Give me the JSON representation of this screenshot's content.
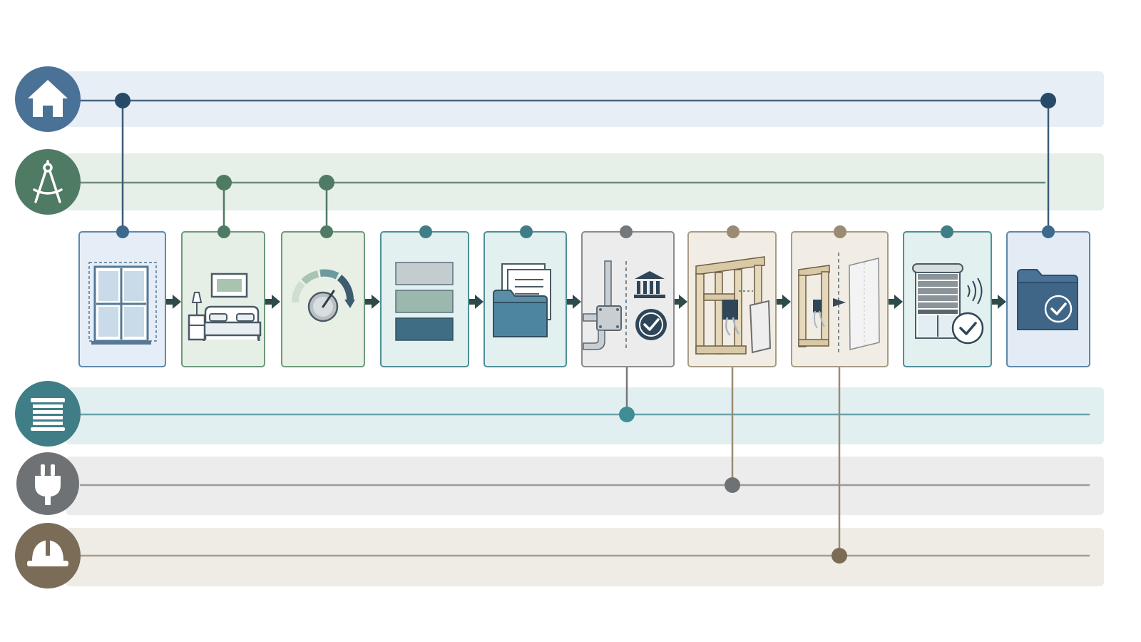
{
  "lanes": [
    {
      "id": "homeowner",
      "icon": "house-icon",
      "color": "#4a7196",
      "band": "#e7eef6",
      "line": "#4a6680"
    },
    {
      "id": "designer",
      "icon": "drafting-compass-icon",
      "color": "#4f7a63",
      "band": "#e6efe8",
      "line": "#6b8f79"
    },
    {
      "id": "window-treatment",
      "icon": "window-blind-icon",
      "color": "#3f7e86",
      "band": "#e2eff1",
      "line": "#6aa3aa"
    },
    {
      "id": "electrician",
      "icon": "electric-plug-icon",
      "color": "#6f7275",
      "band": "#ececec",
      "line": "#999b9e"
    },
    {
      "id": "contractor",
      "icon": "hard-hat-icon",
      "color": "#7b6c57",
      "band": "#efece6",
      "line": "#a79d8c"
    }
  ],
  "steps": [
    {
      "id": "measure-window",
      "icon": "window-measure-icon",
      "fill": "#e5edf6",
      "stroke": "#5d88ad",
      "node": "#3d6a8c",
      "lane": "homeowner"
    },
    {
      "id": "bedroom-layout",
      "icon": "bedroom-icon",
      "fill": "#e6efe6",
      "stroke": "#6d9a7a",
      "node": "#4f7a63",
      "lane": "designer"
    },
    {
      "id": "light-control",
      "icon": "dial-gauge-icon",
      "fill": "#e8f0e6",
      "stroke": "#6d9a7a",
      "node": "#4f7a63",
      "lane": "designer"
    },
    {
      "id": "option-selection",
      "icon": "stacked-options-icon",
      "fill": "#e2f0ef",
      "stroke": "#4f8f97",
      "node": "#3f7e86"
    },
    {
      "id": "documentation",
      "icon": "folder-documents-icon",
      "fill": "#e2f0ef",
      "stroke": "#4f8f97",
      "node": "#3f7e86"
    },
    {
      "id": "permit-approval",
      "icon": "conduit-permit-icon",
      "fill": "#ececec",
      "stroke": "#8a8d90",
      "node": "#74777b",
      "lane": "window-treatment"
    },
    {
      "id": "wall-wiring",
      "icon": "wall-framing-wiring-icon",
      "fill": "#f1ede4",
      "stroke": "#a89c85",
      "node": "#9a8b72",
      "lane": "electrician"
    },
    {
      "id": "drywall-close",
      "icon": "framing-drywall-icon",
      "fill": "#f1ede4",
      "stroke": "#a89c85",
      "node": "#9a8b72",
      "lane": "contractor"
    },
    {
      "id": "install-shade",
      "icon": "motorized-shade-check-icon",
      "fill": "#e2f0ef",
      "stroke": "#4f8f97",
      "node": "#3f7e86"
    },
    {
      "id": "handover",
      "icon": "folder-check-icon",
      "fill": "#e3ebf5",
      "stroke": "#5d88ad",
      "node": "#3d6a8c",
      "lane": "homeowner"
    }
  ],
  "arrow_color": "#2f4a4a"
}
